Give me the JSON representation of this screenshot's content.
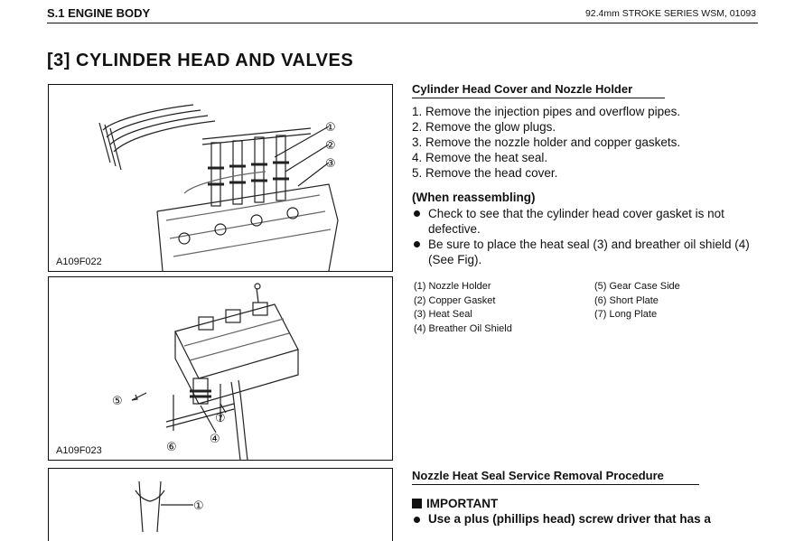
{
  "header": {
    "section": "S.1 ENGINE BODY",
    "series": "92.4mm STROKE SERIES  WSM, 01093"
  },
  "title": "[3] CYLINDER HEAD AND VALVES",
  "figures": {
    "fig1": {
      "label": "A109F022",
      "callouts": [
        "①",
        "②",
        "③"
      ]
    },
    "fig2": {
      "label": "A109F023",
      "callouts": [
        "④",
        "⑤",
        "⑥",
        "⑦"
      ]
    },
    "fig3": {
      "callouts": [
        "①"
      ]
    }
  },
  "section1": {
    "title": "Cylinder Head Cover and Nozzle Holder",
    "steps": [
      "1. Remove the injection pipes and overflow pipes.",
      "2. Remove the glow plugs.",
      "3. Remove the nozzle holder and copper gaskets.",
      "4. Remove the heat seal.",
      "5. Remove the head cover."
    ],
    "reassembling_title": "(When reassembling)",
    "reassembling": [
      "Check to see that the cylinder head cover gasket is not defective.",
      "Be sure to place the heat seal (3) and breather oil shield (4) (See Fig)."
    ],
    "legend_left": [
      "(1)  Nozzle Holder",
      "(2)  Copper Gasket",
      "(3)  Heat Seal",
      "(4)  Breather Oil Shield"
    ],
    "legend_right": [
      "(5)  Gear Case Side",
      "(6)  Short Plate",
      "(7)  Long Plate"
    ]
  },
  "section2": {
    "title": "Nozzle Heat Seal Service Removal Procedure",
    "important": "IMPORTANT",
    "bullet": "Use a plus (phillips head) screw driver that has a"
  }
}
